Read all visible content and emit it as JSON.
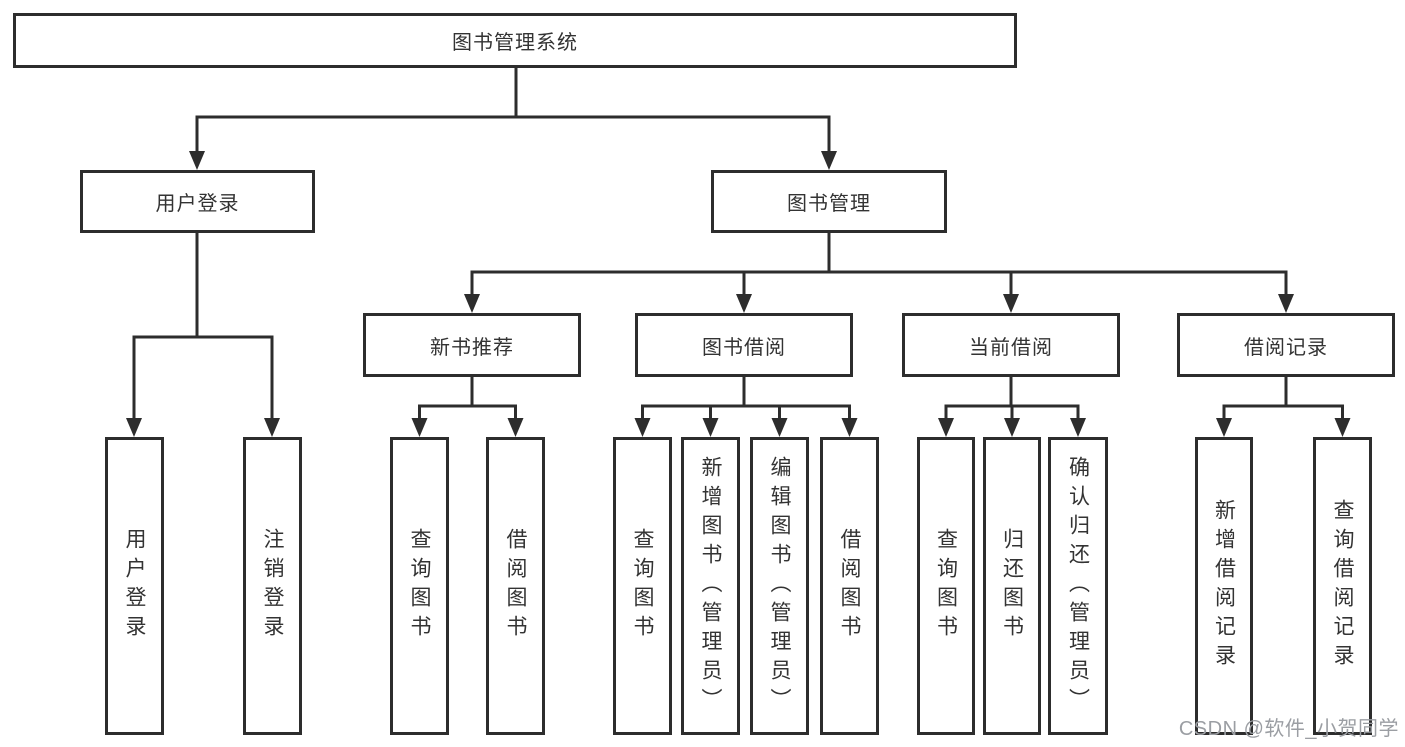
{
  "diagram": {
    "root": {
      "label": "图书管理系统"
    },
    "branches": [
      {
        "label": "用户登录",
        "children": [
          {
            "label": "用户登录"
          },
          {
            "label": "注销登录"
          }
        ]
      },
      {
        "label": "图书管理",
        "children": [
          {
            "label": "新书推荐",
            "children": [
              {
                "label": "查询图书"
              },
              {
                "label": "借阅图书"
              }
            ]
          },
          {
            "label": "图书借阅",
            "children": [
              {
                "label": "查询图书"
              },
              {
                "label": "新增图书（管理员）"
              },
              {
                "label": "编辑图书（管理员）"
              },
              {
                "label": "借阅图书"
              }
            ]
          },
          {
            "label": "当前借阅",
            "children": [
              {
                "label": "查询图书"
              },
              {
                "label": "归还图书"
              },
              {
                "label": "确认归还（管理员）"
              }
            ]
          },
          {
            "label": "借阅记录",
            "children": [
              {
                "label": "新增借阅记录"
              },
              {
                "label": "查询借阅记录"
              }
            ]
          }
        ]
      }
    ]
  },
  "watermark": {
    "text": "CSDN @软件_小贺同学"
  },
  "colors": {
    "line": "#2d2d2d",
    "box_border": "#2d2d2d",
    "box_fill": "#ffffff",
    "text": "#333333",
    "watermark": "#9b9ea3"
  }
}
